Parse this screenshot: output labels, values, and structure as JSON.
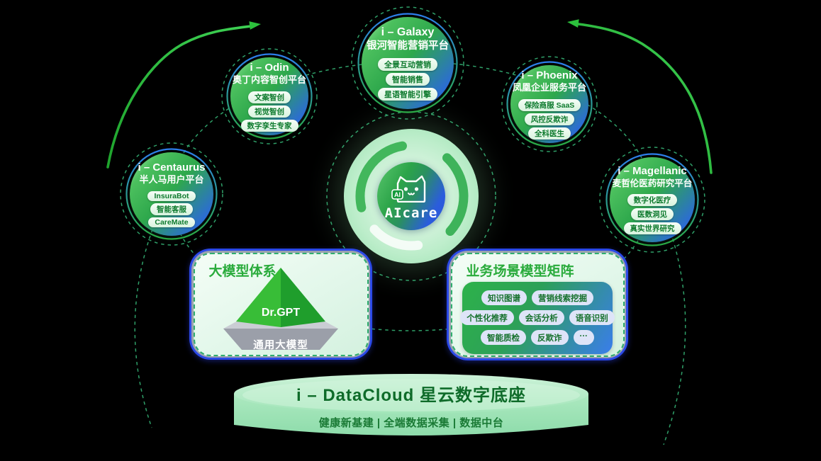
{
  "hub": {
    "label": "AIcare",
    "badge": "AI"
  },
  "nodes": [
    {
      "id": "centaurus",
      "title1": "i – Centaurus",
      "title2": "半人马用户平台",
      "tags": [
        "InsuraBot",
        "智能客服",
        "CareMate"
      ]
    },
    {
      "id": "odin",
      "title1": "i – Odin",
      "title2": "奥丁内容智创平台",
      "tags": [
        "文案智创",
        "视觉智创",
        "数字孪生专家"
      ]
    },
    {
      "id": "galaxy",
      "title1": "i – Galaxy",
      "title2": "银河智能营销平台",
      "tags": [
        "全景互动营销",
        "智能销售",
        "星语智能引擎"
      ]
    },
    {
      "id": "phoenix",
      "title1": "i – Phoenix",
      "title2": "凤凰企业服务平台",
      "tags": [
        "保险商服 SaaS",
        "风控反欺诈",
        "全科医生"
      ]
    },
    {
      "id": "magellanic",
      "title1": "i – Magellanic",
      "title2": "麦哲伦医药研究平台",
      "tags": [
        "数字化医疗",
        "医数洞见",
        "真实世界研究"
      ]
    }
  ],
  "model_panel": {
    "title": "大模型体系",
    "pyramid_top": "Dr.GPT",
    "pyramid_base": "通用大模型"
  },
  "matrix_panel": {
    "title": "业务场景模型矩阵",
    "tags": [
      "知识图谱",
      "营销线索挖掘",
      "个性化推荐",
      "会话分析",
      "语音识别",
      "智能质检",
      "反欺诈",
      "···"
    ]
  },
  "base_platform": {
    "title": "i – DataCloud  星云数字底座",
    "subtitle": "健康新基建 | 全端数据采集 | 数据中台"
  },
  "colors": {
    "background": "#000000",
    "node_green": "#2ea84c",
    "node_blue": "#2b66e2",
    "dashed_line": "#2f9f68",
    "arrow_green": "#2cc13c",
    "panel_border_blue": "#2b49e8",
    "panel_title_green": "#29ab3b",
    "pill_text_green": "#14702b",
    "cylinder_green": "#a2e5b9",
    "cylinder_text_green": "#0e6b29"
  }
}
